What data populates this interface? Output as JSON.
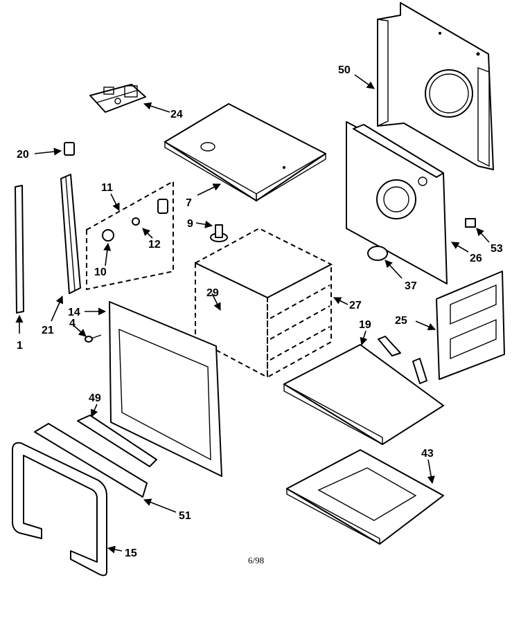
{
  "diagram": {
    "callouts": [
      {
        "id": "50",
        "label": "50"
      },
      {
        "id": "24",
        "label": "24"
      },
      {
        "id": "20",
        "label": "20"
      },
      {
        "id": "11",
        "label": "11"
      },
      {
        "id": "7",
        "label": "7"
      },
      {
        "id": "9",
        "label": "9"
      },
      {
        "id": "12",
        "label": "12"
      },
      {
        "id": "10",
        "label": "10"
      },
      {
        "id": "53",
        "label": "53"
      },
      {
        "id": "26",
        "label": "26"
      },
      {
        "id": "37",
        "label": "37"
      },
      {
        "id": "1",
        "label": "1"
      },
      {
        "id": "21",
        "label": "21"
      },
      {
        "id": "14",
        "label": "14"
      },
      {
        "id": "4",
        "label": "4"
      },
      {
        "id": "29",
        "label": "29"
      },
      {
        "id": "27",
        "label": "27"
      },
      {
        "id": "25",
        "label": "25"
      },
      {
        "id": "19",
        "label": "19"
      },
      {
        "id": "49",
        "label": "49"
      },
      {
        "id": "43",
        "label": "43"
      },
      {
        "id": "51",
        "label": "51"
      },
      {
        "id": "15",
        "label": "15"
      }
    ],
    "footer_text": "6/98"
  }
}
